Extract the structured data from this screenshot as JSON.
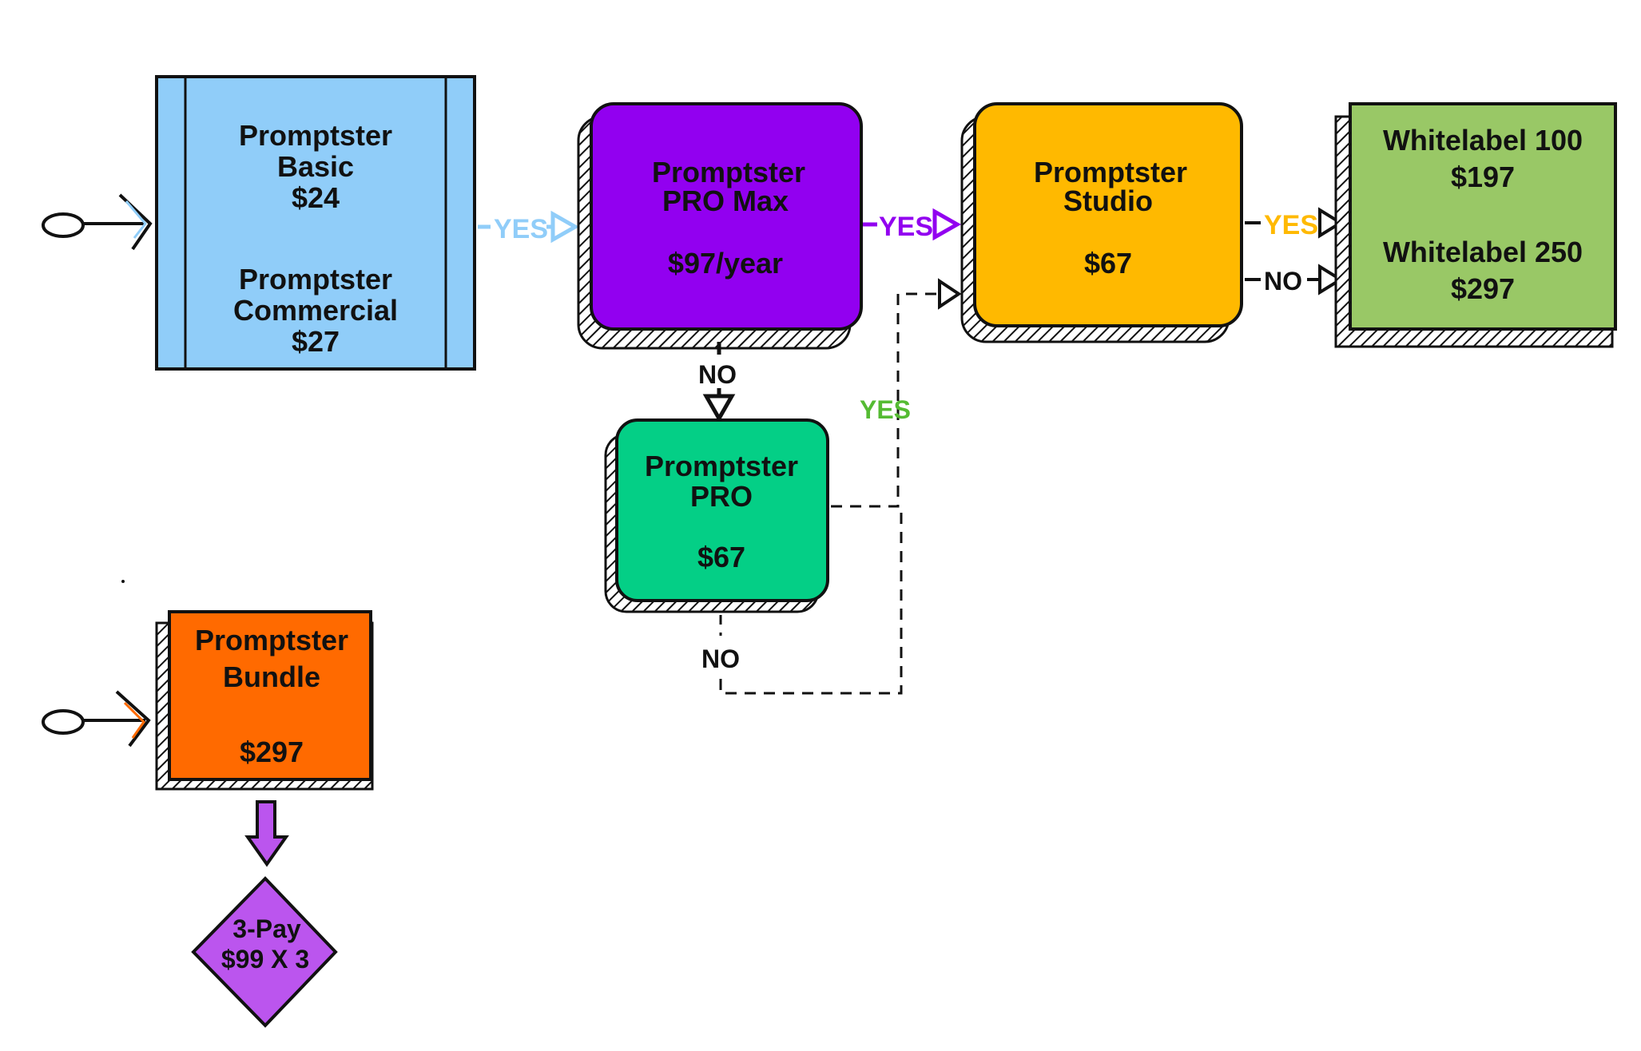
{
  "colors": {
    "basic": "#90cdf9",
    "pro_max": "#9200f0",
    "studio": "#ffb900",
    "whitelabel": "#99c866",
    "pro": "#04cf86",
    "bundle": "#ff6a00",
    "three_pay": "#bb55ee",
    "yes_basic": "#90cdf9",
    "yes_pro_max": "#9200f0",
    "yes_studio": "#ffb900",
    "yes_pro": "#55bb33",
    "ink": "#111111"
  },
  "nodes": {
    "basic": {
      "line1": "Promptster",
      "line2": "Basic",
      "line3": "$24",
      "line4": "Promptster",
      "line5": "Commercial",
      "line6": "$27"
    },
    "pro_max": {
      "line1": "Promptster",
      "line2": "PRO Max",
      "price": "$97/year"
    },
    "studio": {
      "line1": "Promptster",
      "line2": "Studio",
      "price": "$67"
    },
    "whitelabel": {
      "line1": "Whitelabel 100",
      "line2": "$197",
      "line3": "Whitelabel 250",
      "line4": "$297"
    },
    "pro": {
      "line1": "Promptster",
      "line2": "PRO",
      "price": "$67"
    },
    "bundle": {
      "line1": "Promptster",
      "line2": "Bundle",
      "price": "$297"
    },
    "three_pay": {
      "line1": "3-Pay",
      "line2": "$99 X 3"
    }
  },
  "edges": {
    "basic_to_pro_max": "YES",
    "pro_max_to_studio": "YES",
    "pro_max_to_pro": "NO",
    "studio_to_whitelabel_yes": "YES",
    "studio_to_whitelabel_no": "NO",
    "pro_to_studio": "YES",
    "pro_no": "NO"
  }
}
